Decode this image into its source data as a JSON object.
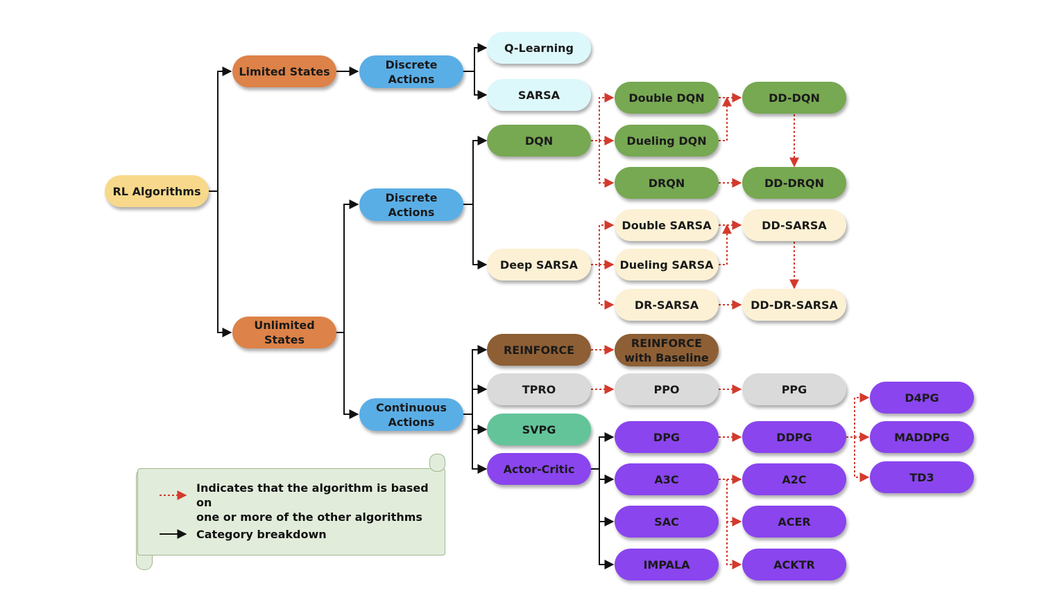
{
  "nodes": {
    "rl_algorithms": "RL Algorithms",
    "limited_states": "Limited States",
    "unlimited_states": "Unlimited States",
    "discrete_actions_limited": "Discrete\nActions",
    "discrete_actions_unlimited": "Discrete\nActions",
    "continuous_actions": "Continuous\nActions",
    "q_learning": "Q-Learning",
    "sarsa": "SARSA",
    "dqn": "DQN",
    "double_dqn": "Double DQN",
    "dueling_dqn": "Dueling DQN",
    "drqn": "DRQN",
    "dd_dqn": "DD-DQN",
    "dd_drqn": "DD-DRQN",
    "deep_sarsa": "Deep SARSA",
    "double_sarsa": "Double SARSA",
    "dueling_sarsa": "Dueling SARSA",
    "dr_sarsa": "DR-SARSA",
    "dd_sarsa": "DD-SARSA",
    "dd_dr_sarsa": "DD-DR-SARSA",
    "reinforce": "REINFORCE",
    "reinforce_baseline": "REINFORCE\nwith Baseline",
    "tpro": "TPRO",
    "ppo": "PPO",
    "ppg": "PPG",
    "svpg": "SVPG",
    "actor_critic": "Actor-Critic",
    "dpg": "DPG",
    "ddpg": "DDPG",
    "d4pg": "D4PG",
    "maddpg": "MADDPG",
    "td3": "TD3",
    "a3c": "A3C",
    "a2c": "A2C",
    "acer": "ACER",
    "acktr": "ACKTR",
    "sac": "SAC",
    "impala": "IMPALA"
  },
  "legend": {
    "based_on": "Indicates that the algorithm is based on\none or more of the other algorithms",
    "category": "Category breakdown"
  },
  "colors": {
    "yellow": "#f8d98b",
    "orange": "#dd8248",
    "blue": "#5aaee6",
    "light_cyan": "#ddf8fb",
    "green": "#77a852",
    "cream": "#fcf1d4",
    "brown": "#8e5f35",
    "gray": "#dadada",
    "teal": "#63c49a",
    "purple": "#8a45ee",
    "dashed_arrow": "#d33a2c",
    "solid_arrow": "#111111"
  }
}
